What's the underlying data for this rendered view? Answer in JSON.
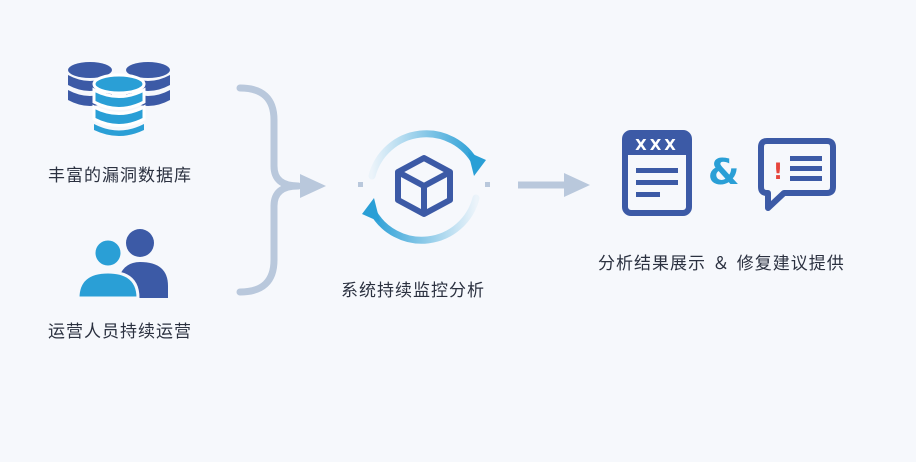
{
  "inputs": {
    "database": {
      "label": "丰富的漏洞数据库",
      "icon": "database-stack-icon"
    },
    "operators": {
      "label": "运营人员持续运营",
      "icon": "users-icon"
    }
  },
  "center": {
    "label": "系统持续监控分析",
    "icon": "cube-cycle-icon"
  },
  "output": {
    "label": "分析结果展示 ＆ 修复建议提供",
    "window_title": "XXX",
    "ampersand": "&",
    "alert_mark": "!",
    "icons": [
      "report-window-icon",
      "alert-message-icon"
    ]
  },
  "colors": {
    "dark_blue": "#3c5aa6",
    "light_blue": "#2a9fd6",
    "arrow_gray": "#b9c8dc",
    "ampersand": "#2a9fd6",
    "alert_red": "#e6453c"
  }
}
